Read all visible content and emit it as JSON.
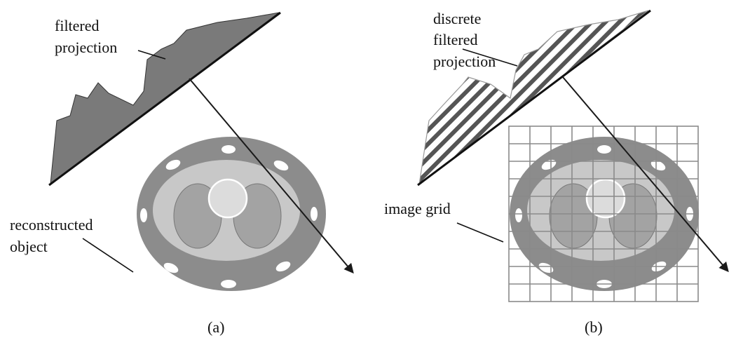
{
  "panel_a": {
    "label_filtered": "filtered",
    "label_projection": "projection",
    "label_reconstructed": "reconstructed",
    "label_object": "object",
    "caption": "(a)"
  },
  "panel_b": {
    "label_discrete": "discrete",
    "label_filtered": "filtered",
    "label_projection": "projection",
    "label_image_grid": "image grid",
    "caption": "(b)"
  },
  "colors": {
    "projection_fill": "#7a7a7a",
    "outer_ellipse": "#8c8c8c",
    "inner_ellipse": "#c8c8c8",
    "lobes": "#a3a3a3",
    "center_disk": "#dcdcdc",
    "grid_line": "#8a8a8a",
    "hatch": "#555555",
    "line": "#1a1a1a"
  }
}
